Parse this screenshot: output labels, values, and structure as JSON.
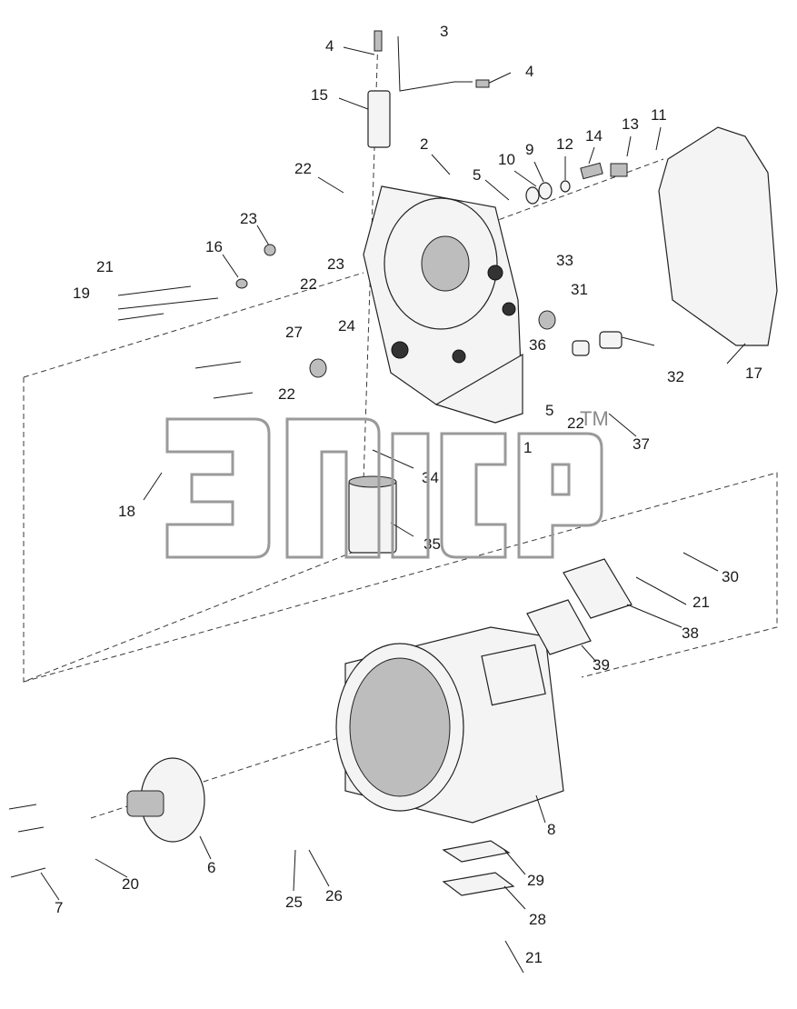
{
  "callouts": [
    "4",
    "3",
    "4",
    "15",
    "2",
    "5",
    "10",
    "9",
    "12",
    "14",
    "13",
    "11",
    "22",
    "23",
    "16",
    "23",
    "21",
    "19",
    "22",
    "33",
    "31",
    "27",
    "24",
    "36",
    "32",
    "17",
    "22",
    "5",
    "22",
    "37",
    "1",
    "34",
    "18",
    "35",
    "30",
    "21",
    "38",
    "39",
    "8",
    "6",
    "20",
    "7",
    "25",
    "26",
    "29",
    "28",
    "21"
  ],
  "watermark": {
    "tm": "TM",
    "color": "#9a9a9a"
  },
  "colors": {
    "line": "#1a1a1a",
    "part_fill": "#f4f4f4",
    "dark_fill": "#333333"
  }
}
